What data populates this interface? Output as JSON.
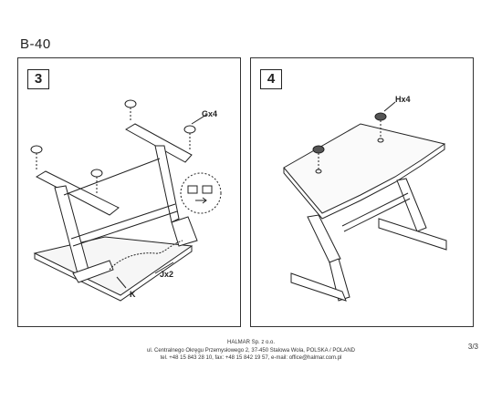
{
  "document": {
    "model": "B-40",
    "page_number": "3/3"
  },
  "steps": [
    {
      "number": "3",
      "callouts": {
        "g": "Gx4",
        "j": "Jx2",
        "k": "K"
      }
    },
    {
      "number": "4",
      "callouts": {
        "h": "Hx4"
      }
    }
  ],
  "footer": {
    "company": "HALMAR Sp. z o.o.",
    "address": "ul. Centralnego Okręgu Przemysłowego 2, 37-450 Stalowa Wola, POLSKA / POLAND",
    "contact": "tel. +48 15 843 28 10, fax: +48 15 842 19 57, e-mail: office@halmar.com.pl"
  }
}
